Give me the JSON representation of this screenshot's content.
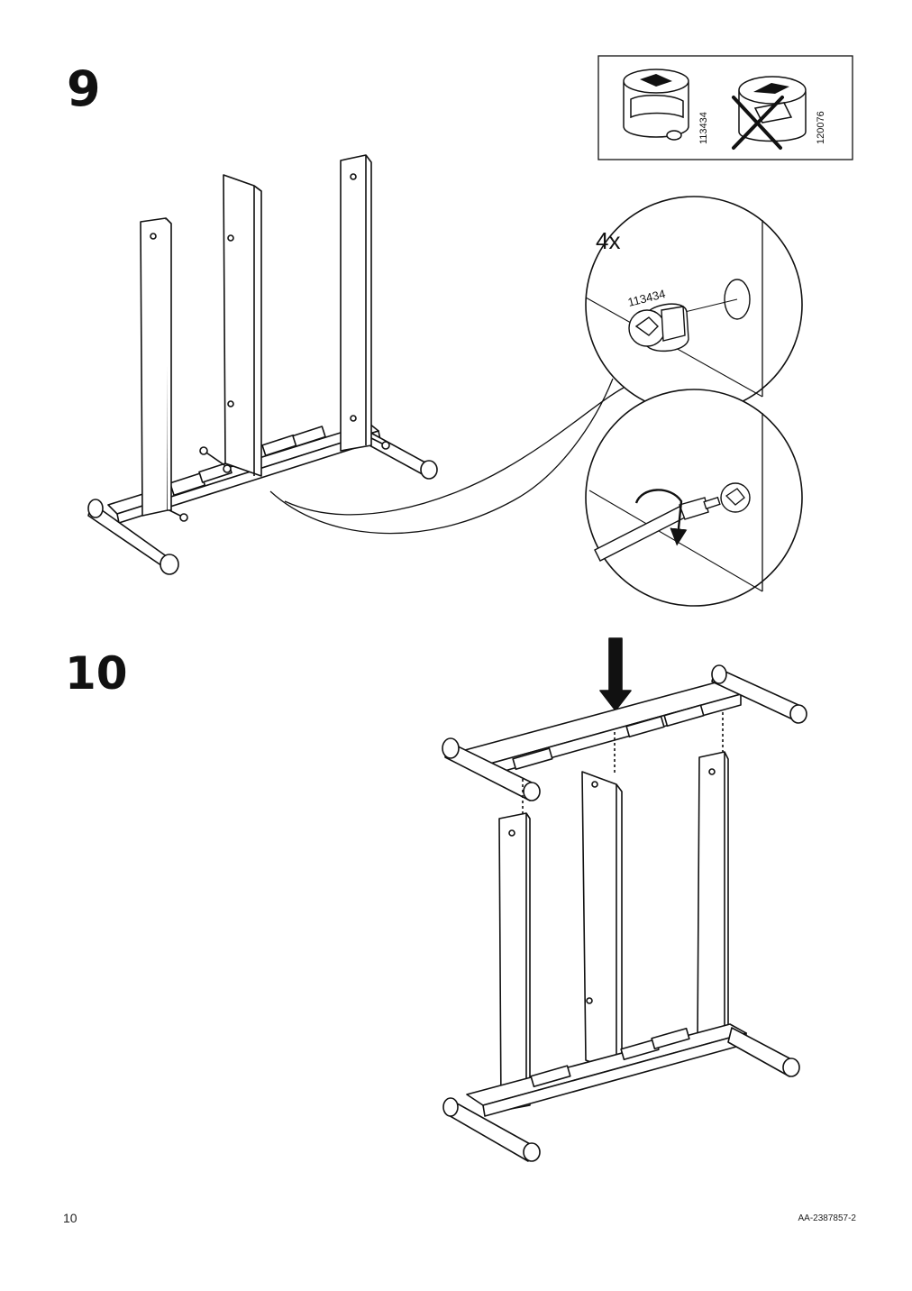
{
  "page": {
    "number": "10",
    "document_id": "AA-2387857-2"
  },
  "steps": [
    {
      "number": "9"
    },
    {
      "number": "10"
    }
  ],
  "callout_box": {
    "part_ok": "113434",
    "part_wrong": "120076"
  },
  "detail": {
    "quantity": "4x",
    "part_label": "113434"
  },
  "colors": {
    "line": "#111111",
    "background": "#ffffff"
  }
}
